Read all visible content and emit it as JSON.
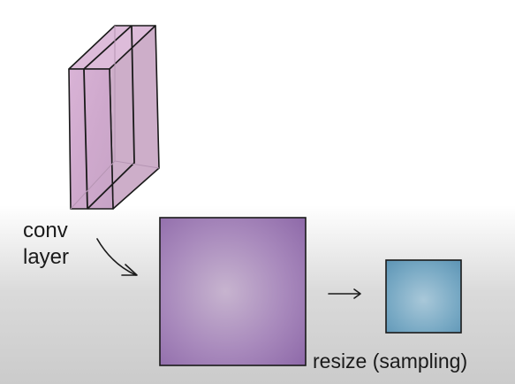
{
  "labels": {
    "conv_line1": "conv",
    "conv_line2": "layer",
    "resize": "resize (sampling)"
  },
  "colors": {
    "layer_fill": "#c9a6c8",
    "feature_map_fill": "#9b78b0",
    "resized_map_fill": "#6fa4c0",
    "ink": "#1a1a1a"
  },
  "icons": {
    "curved_arrow": "curved-arrow-icon",
    "right_arrow": "right-arrow-icon"
  }
}
